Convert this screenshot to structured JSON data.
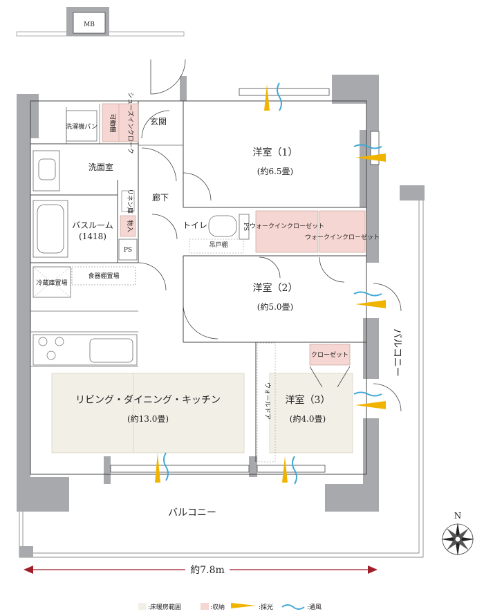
{
  "rooms": {
    "mb": "MB",
    "genkan": "玄関",
    "shoes_closet": "シューズインクローク",
    "kadoudana": "可動棚",
    "washer_pan": "洗濯機パン",
    "senmenjo": "洗面室",
    "linen": "リネン庫",
    "monoire": "物入",
    "bathroom": "バスルーム",
    "bathroom_size": "(1418)",
    "ps1": "PS",
    "ps2": "PS",
    "fridge": "冷蔵庫置場",
    "dish_shelf": "食器棚置場",
    "rouka": "廊下",
    "toilet": "トイレ",
    "tsuridana": "吊戸棚",
    "walk_in_1": "ウォークインクローゼット",
    "walk_in_2": "ウォークインクローゼット",
    "closet": "クローゼット",
    "wall_door": "ウォールドア",
    "yoshitsu1": "洋室（1）",
    "yoshitsu1_size": "(約6.5畳)",
    "yoshitsu2": "洋室（2）",
    "yoshitsu2_size": "(約5.0畳)",
    "yoshitsu3": "洋室（3）",
    "yoshitsu3_size": "(約4.0畳)",
    "ldk": "リビング・ダイニング・キッチン",
    "ldk_size": "(約13.0畳)",
    "balcony_bottom": "バルコニー",
    "balcony_right": "バルコニー"
  },
  "dimension": {
    "label": "約7.8m"
  },
  "compass": {
    "north": "N"
  },
  "legend": [
    {
      "label": ":床暖房範囲",
      "color": "#f2efe6"
    },
    {
      "label": ":収納",
      "color": "#f6d6d2"
    },
    {
      "label": ":採光",
      "color": "#f0b400"
    },
    {
      "label": ":通風",
      "color": "#3fa9d6"
    }
  ],
  "colors": {
    "wall": "#a7a9ac",
    "floor_heat": "#f2efe6",
    "storage": "#f6d6d2",
    "light": "#f0b400",
    "wind": "#3fa9d6",
    "dimension": "#a01e2a"
  }
}
